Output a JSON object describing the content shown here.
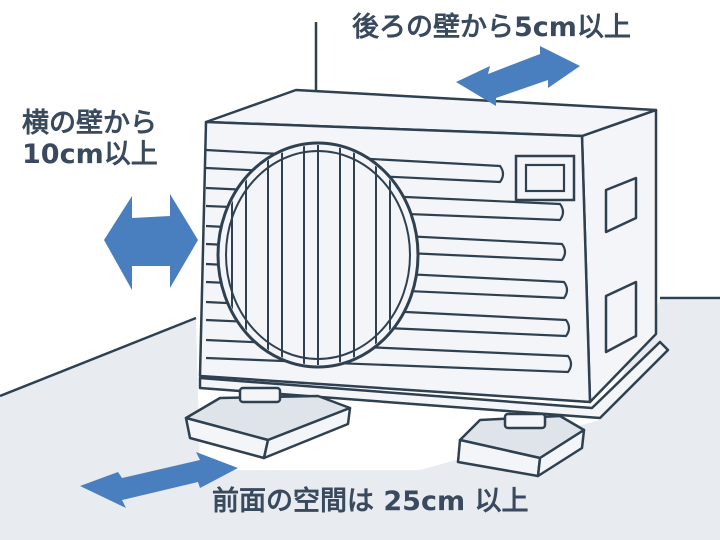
{
  "colors": {
    "outline": "#2f4050",
    "arrow": "#4a7fbf",
    "unit_fill": "#f3f5f8",
    "floor": "#e8ebef",
    "text": "#3a4a5e"
  },
  "labels": {
    "back": "後ろの壁から5cm以上",
    "side_line1": "横の壁から",
    "side_line2": "10cm以上",
    "front": "前面の空間は 25cm 以上"
  },
  "icons": {
    "unit": "outdoor-air-conditioner-unit-icon",
    "arrow": "double-headed-arrow-icon"
  }
}
